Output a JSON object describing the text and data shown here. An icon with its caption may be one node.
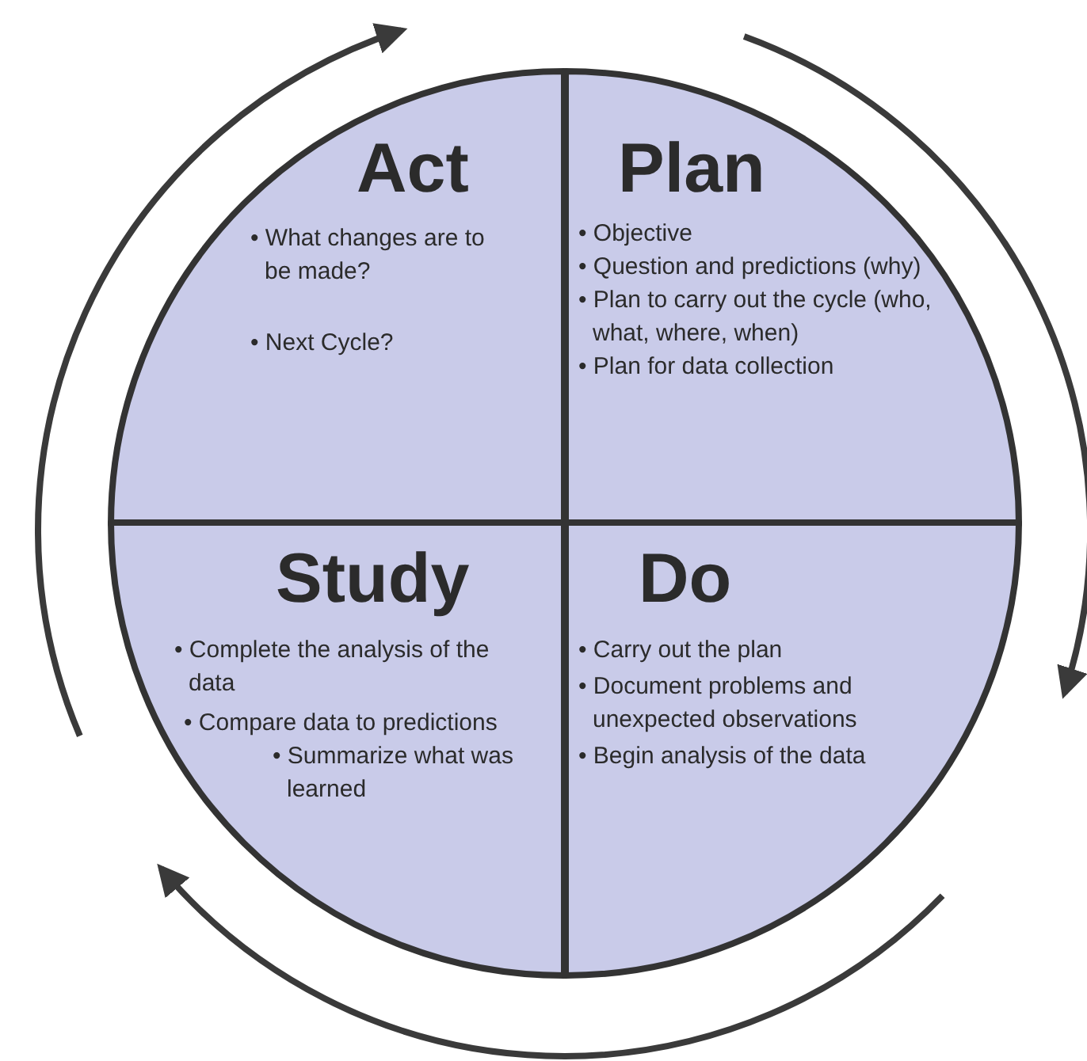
{
  "diagram": {
    "nodes": [
      {
        "text": [
          "Act",
          "• What changes are to be made?",
          "• Next Cycle?"
        ]
      },
      {
        "text": [
          "Plan",
          "• Objective",
          "• Question and predictions (why)",
          "• Plan to carry out the cycle (who, what, where, when)",
          "• Plan for data collection"
        ]
      },
      {
        "text": [
          "Study",
          "• Complete the analysis of the data",
          "• Compare data to predictions",
          "• Summarize what was learned"
        ]
      },
      {
        "text": [
          "Do",
          "• Carry out the plan",
          "• Document problems and unexpected observations",
          "• Begin analysis of the data"
        ]
      }
    ],
    "edges": [
      {
        "from": 2,
        "to": 0,
        "arrow": "to"
      },
      {
        "from": 1,
        "to": 3,
        "arrow": "to"
      },
      {
        "from": 3,
        "to": 2,
        "arrow": "to"
      }
    ]
  }
}
